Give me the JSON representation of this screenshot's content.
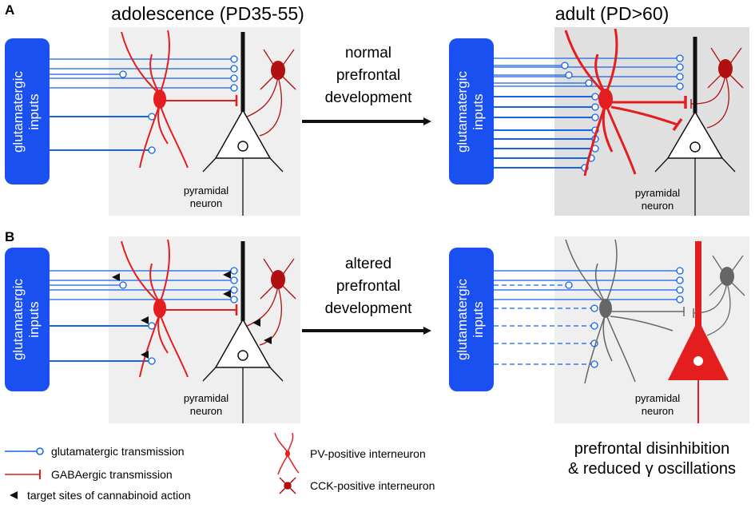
{
  "panel_a": {
    "letter": "A",
    "left_title": "adolescence (PD35-55)",
    "right_title": "adult (PD>60)",
    "arrow_line1": "normal",
    "arrow_line2": "prefrontal",
    "arrow_line3": "development"
  },
  "panel_b": {
    "letter": "B",
    "arrow_line1": "altered",
    "arrow_line2": "prefrontal",
    "arrow_line3": "development"
  },
  "inputs_line1": "glutamatergic",
  "inputs_line2": "inputs",
  "neuron_line1": "pyramidal",
  "neuron_line2": "neuron",
  "outcome_line1": "prefrontal disinhibition",
  "outcome_line2": "& reduced γ oscillations",
  "legend": {
    "glut": "glutamatergic transmission",
    "gaba": "GABAergic transmission",
    "target": "target sites of cannabinoid action",
    "pv": "PV-positive interneuron",
    "cck": "CCK-positive interneuron"
  },
  "colors": {
    "blue": "#1565e8",
    "input_box": "#1a4ff0",
    "red": "#e41e1e",
    "darkred": "#b01010",
    "gray": "#666666",
    "panel_light": "#efefef",
    "panel_dark": "#e0e0e0"
  }
}
